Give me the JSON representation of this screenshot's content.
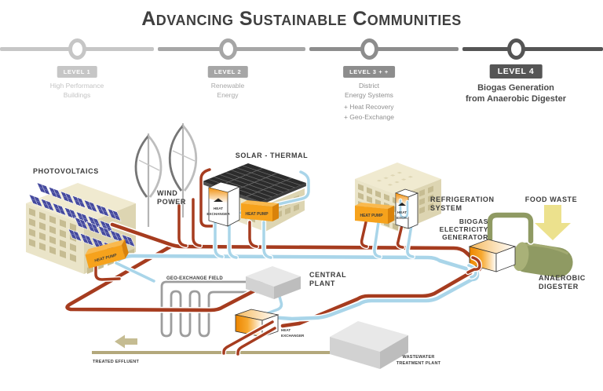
{
  "header": {
    "title": "Advancing Sustainable Communities"
  },
  "timeline": {
    "levels": [
      {
        "badge": "LEVEL 1",
        "description": "High Performance\nBuildings",
        "extra": "",
        "color": "#c6c6c6",
        "desc_color": "#c3c3c3"
      },
      {
        "badge": "LEVEL 2",
        "description": "Renewable\nEnergy",
        "extra": "",
        "color": "#a6a6a6",
        "desc_color": "#a8a8a8"
      },
      {
        "badge": "LEVEL 3 + +",
        "description": "District\nEnergy Systems",
        "extra": "+ Heat Recovery\n+ Geo-Exchange",
        "color": "#8d8d8d",
        "desc_color": "#8f8f8f"
      },
      {
        "badge": "LEVEL 4",
        "description": "Biogas Generation\nfrom Anaerobic Digester",
        "extra": "",
        "color": "#555555",
        "desc_color": "#4a4a4a"
      }
    ]
  },
  "diagram": {
    "labels": {
      "photovoltaics": "PHOTOVOLTAICS",
      "wind_power": [
        "WIND",
        "POWER"
      ],
      "solar_thermal": "SOLAR - THERMAL",
      "heat_exchanger_solar": [
        "HEAT",
        "EXCHANGER"
      ],
      "heat_pump_solar": "HEAT PUMP",
      "heat_pump_pv": "HEAT PUMP",
      "refrigeration_system": [
        "REFRIGERATION",
        "SYSTEM"
      ],
      "heat_pump_refrigeration": "HEAT PUMP",
      "heat_exch_refrigeration": [
        "HEAT",
        "EXCH."
      ],
      "biogas_generator": [
        "BIOGAS",
        "ELECTRICITY",
        "GENERATOR"
      ],
      "food_waste": "FOOD WASTE",
      "anaerobic_digester": [
        "ANAEROBIC",
        "DIGESTER"
      ],
      "geo_exchange_field": "GEO-EXCHANGE FIELD",
      "central_plant": [
        "CENTRAL",
        "PLANT"
      ],
      "heat_exchanger_central": [
        "HEAT",
        "EXCHANGER"
      ],
      "treated_effluent": "TREATED EFFLUENT",
      "wastewater_plant": [
        "WASTEWATER",
        "TREATMENT PLANT"
      ]
    },
    "colors": {
      "hot_pipe": "#a63c1f",
      "cold_pipe": "#a9d5e9",
      "biogas_pipe": "#8f9a63",
      "equipment_orange": "#f6a21c",
      "building_beige": "#eae4c8",
      "solar_panel_blue": "#454a9e",
      "solar_thermal_panel": "#2c2c2c",
      "digester_olive": "#8f9a63",
      "food_waste_yellow": "#ece18d",
      "effluent_line_tan": "#b3a87c",
      "gray_box": "#d9d9d9",
      "coil_gray": "#9d9d9d",
      "label_text": "#3b3b3b"
    }
  }
}
